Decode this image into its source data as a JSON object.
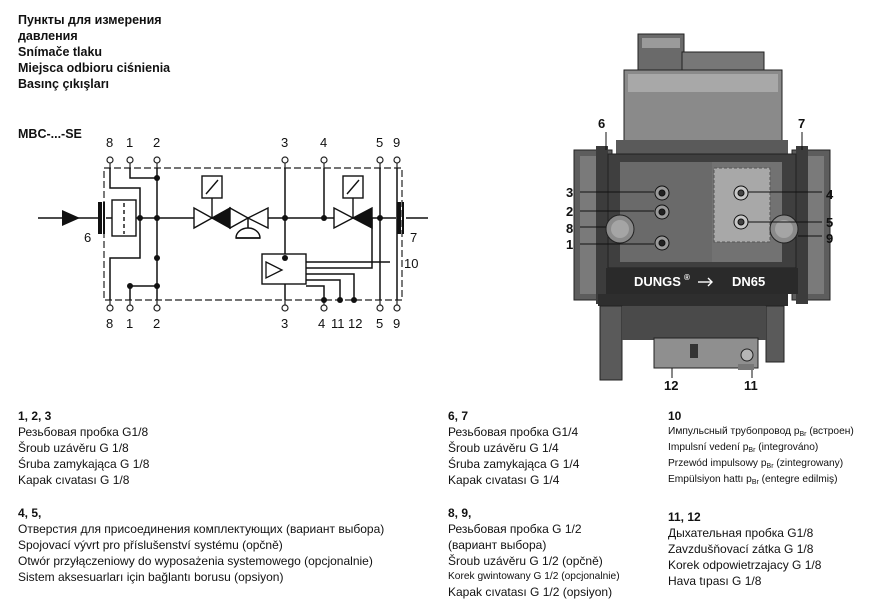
{
  "heading": {
    "lines": [
      "Пункты для измерения",
      "давления",
      "Snímače tlaku",
      "Miejsca odbioru ciśnienia",
      "Basınç çıkışları"
    ],
    "model": "MBC-...-SE"
  },
  "schematic": {
    "top_labels": [
      "8",
      "1",
      "2",
      "3",
      "4",
      "5",
      "9"
    ],
    "bottom_labels": [
      "8",
      "1",
      "2",
      "3",
      "4",
      "11",
      "12",
      "5",
      "9"
    ],
    "inlet_label": "6",
    "outlet_label": "7",
    "impulse_label": "10"
  },
  "photo": {
    "left_labels": [
      "6",
      "3",
      "2",
      "8",
      "1"
    ],
    "right_labels": [
      "7",
      "4",
      "5",
      "9"
    ],
    "bottom_labels": [
      "12",
      "11"
    ],
    "brand": "DUNGS",
    "brand_mark": "®",
    "size": "DN65"
  },
  "legend": {
    "s123": {
      "title": "1, 2, 3",
      "lines": [
        "Резьбовая пробка G1/8",
        "Šroub uzávěru G 1/8",
        "Śruba zamykająca G 1/8",
        "Kapak cıvatası G 1/8"
      ]
    },
    "s45": {
      "title": "4, 5,",
      "lines": [
        "Отверстия для присоединения комплектующих (вариант выбора)",
        "Spojovací vývrt pro příslušenství systému (opčně)",
        "Otwór przyłączeniowy do wyposażenia systemowego (opcjonalnie)",
        "Sistem aksesuarları için bağlantı borusu (opsiyon)"
      ]
    },
    "s67": {
      "title": "6, 7",
      "lines": [
        "Резьбовая пробка G1/4",
        "Šroub uzávěru G 1/4",
        "Śruba zamykająca G 1/4",
        "Kapak cıvatası G 1/4"
      ]
    },
    "s89": {
      "title": "8, 9,",
      "lines": [
        "Резьбовая пробка G 1/2",
        "(вариант выбора)",
        "Šroub uzávěru G 1/2 (opčně)",
        "Korek gwintowany G 1/2 (opcjonalnie)",
        "Kapak cıvatası G 1/2 (opsiyon)"
      ]
    },
    "s10": {
      "title": "10",
      "lines": [
        {
          "pre": "Импульсный трубопровод p",
          "sub": "Br",
          "post": " (встроен)"
        },
        {
          "pre": "Impulsní vedení p",
          "sub": "Br",
          "post": " (integrováno)"
        },
        {
          "pre": "Przewód impulsowy p",
          "sub": "Br",
          "post": " (zintegrowany)"
        },
        {
          "pre": "Empülsiyon hattı p",
          "sub": "Br",
          "post": " (entegre edilmiş)"
        }
      ]
    },
    "s1112": {
      "title": "11, 12",
      "lines": [
        "Дыхательная пробка G1/8",
        "Zavzdušňovací zátka G 1/8",
        "Korek odpowietrzajacy G 1/8",
        "Hava tıpası G 1/8"
      ]
    }
  }
}
